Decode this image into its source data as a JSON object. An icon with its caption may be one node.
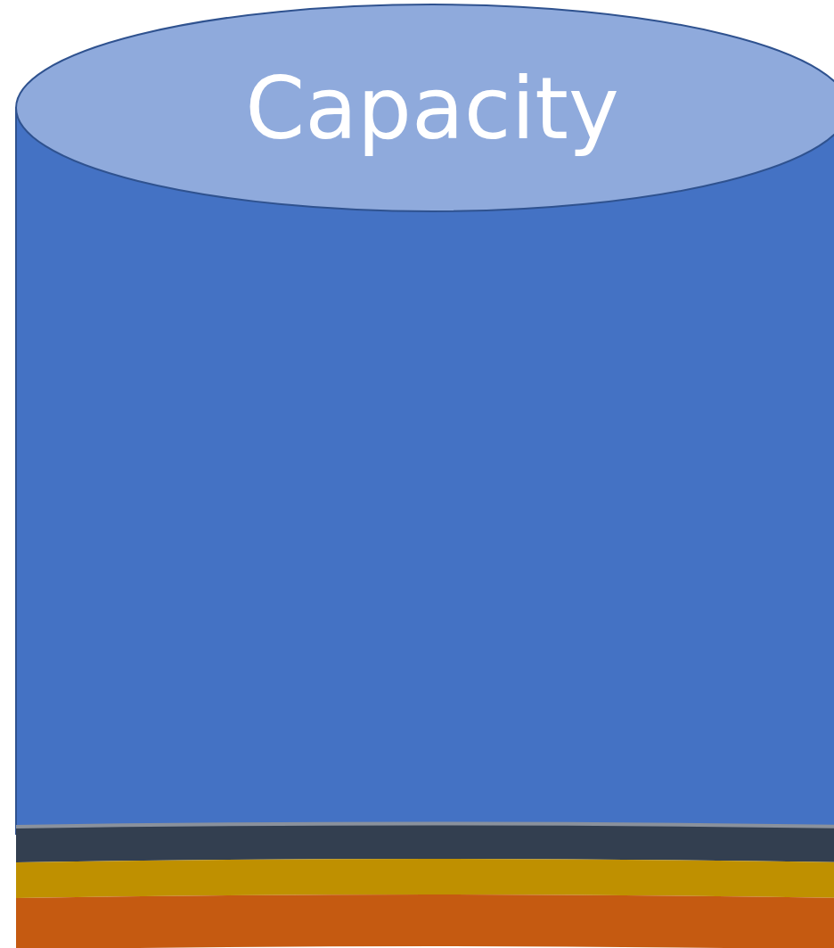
{
  "diagram": {
    "nodes": [
      {
        "text": [
          "Capacity"
        ]
      },
      {
        "text": [],
        "shape": "bar"
      },
      {
        "text": [],
        "shape": "bar"
      },
      {
        "text": [],
        "shape": "bar"
      }
    ]
  }
}
